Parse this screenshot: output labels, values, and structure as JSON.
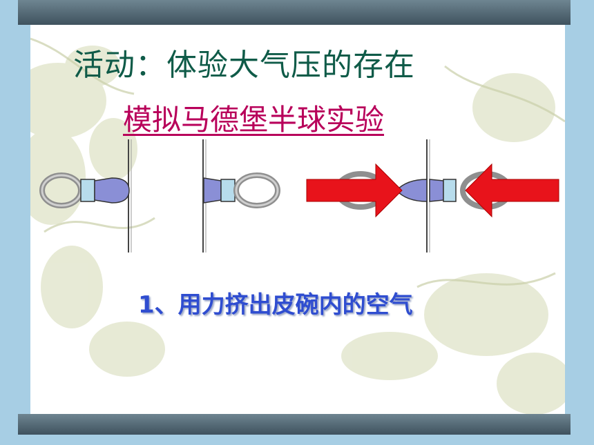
{
  "slide": {
    "title": "活动：体验大气压的存在",
    "subtitle": "模拟马德堡半球实验",
    "step_caption": "1、用力挤出皮碗内的空气"
  },
  "colors": {
    "title": "#0f5b48",
    "subtitle": "#b8005a",
    "caption": "#2f4dd0",
    "arrow": "#e8131b",
    "cup": "#8a8fd6",
    "ring": "#b8b8b8"
  },
  "icons": {
    "cup_left": "suction-cup-icon",
    "cup_right": "suction-cup-icon",
    "arrow_right": "push-arrow-right-icon",
    "arrow_left": "push-arrow-left-icon"
  }
}
